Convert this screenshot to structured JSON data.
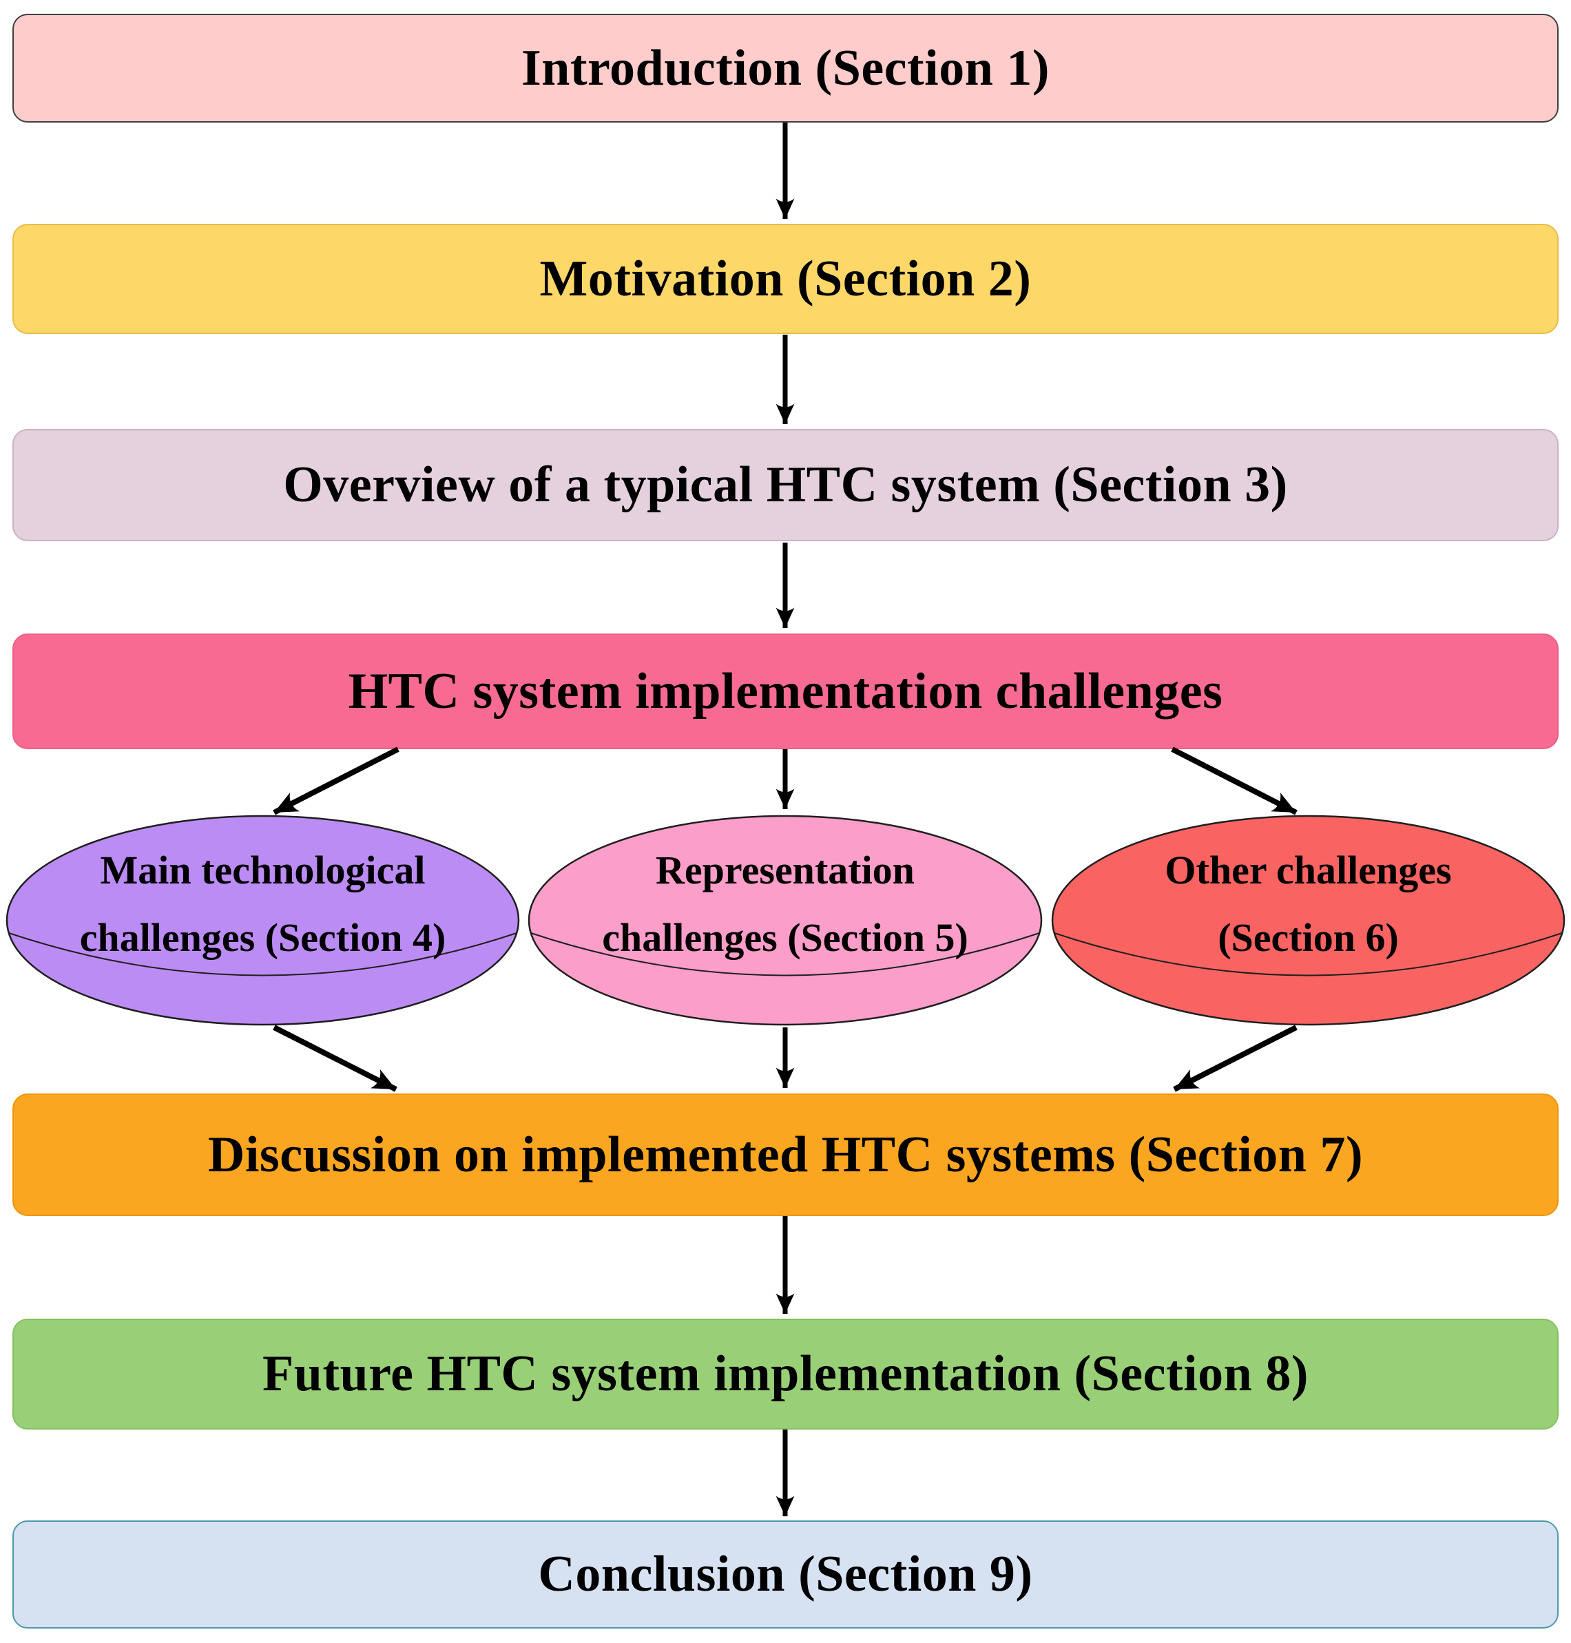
{
  "diagram": {
    "title": "Paper organization flowchart",
    "nodes": [
      {
        "id": "introduction",
        "label": "Introduction (Section 1)",
        "fill": "#fdcccb"
      },
      {
        "id": "motivation",
        "label": "Motivation (Section 2)",
        "fill": "#fdd869"
      },
      {
        "id": "overview",
        "label": "Overview of a typical HTC system (Section 3)",
        "fill": "#e4d1dd"
      },
      {
        "id": "challenges",
        "label": "HTC system implementation challenges",
        "fill": "#f76b92"
      },
      {
        "id": "discussion",
        "label": "Discussion on implemented HTC systems (Section 7)",
        "fill": "#fba620"
      },
      {
        "id": "future",
        "label": "Future HTC system implementation (Section 8)",
        "fill": "#99d077"
      },
      {
        "id": "conclusion",
        "label": "Conclusion (Section 9)",
        "fill": "#d6e1f2"
      }
    ],
    "disks": [
      {
        "id": "technological",
        "line1": "Main technological",
        "line2": "challenges (Section 4)",
        "fill": "#bc8cf5"
      },
      {
        "id": "representation",
        "line1": "Representation",
        "line2": "challenges (Section 5)",
        "fill": "#fb9ec9"
      },
      {
        "id": "other",
        "line1": "Other challenges",
        "line2": "(Section 6)",
        "fill": "#f96463"
      }
    ],
    "arrow_color": "#000000",
    "text_color": "#000000"
  }
}
